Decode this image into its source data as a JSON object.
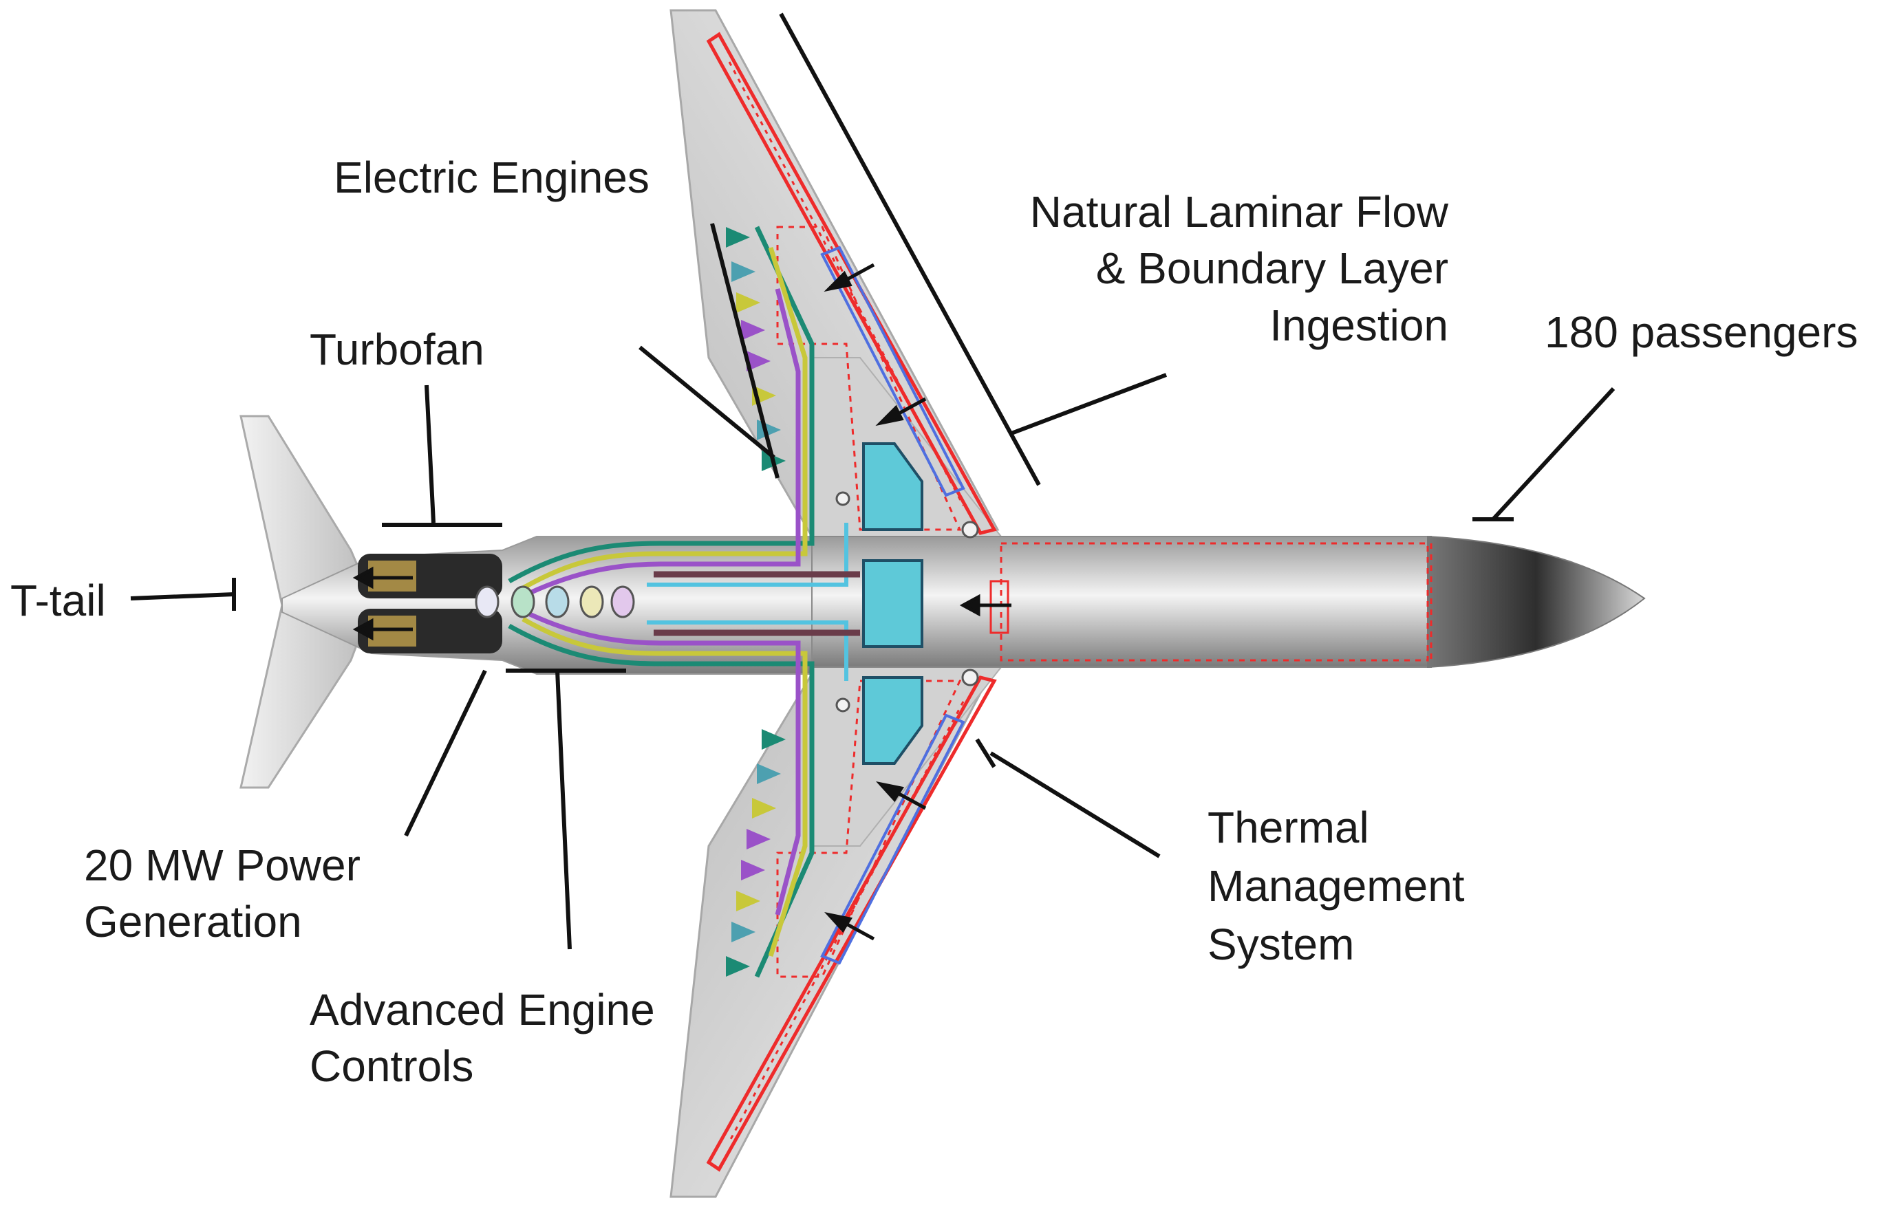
{
  "labels": {
    "electric_engines": "Electric Engines",
    "turbofan": "Turbofan",
    "t_tail": "T-tail",
    "nlf_line1": "Natural Laminar Flow",
    "nlf_line2": "& Boundary Layer",
    "nlf_line3": "Ingestion",
    "passengers": "180 passengers",
    "power_line1": "20 MW Power",
    "power_line2": "Generation",
    "controls_line1": "Advanced Engine",
    "controls_line2": "Controls",
    "thermal_line1": "Thermal",
    "thermal_line2": "Management",
    "thermal_line3": "System"
  },
  "colors": {
    "fuselage_light": "#f4f4f4",
    "fuselage_dark": "#6e6e6e",
    "wing": "#d6d6d6",
    "outline_red": "#ee2b2b",
    "outline_blue": "#4f6fe0",
    "tank": "#5ec9d8",
    "bus_teal": "#1b8a74",
    "bus_yellow": "#c8c83a",
    "bus_purple": "#9a52c8",
    "bus_cyan": "#53c3e0",
    "bus_dark": "#6a3c4a",
    "leader": "#111111"
  },
  "icons": [
    "fan-icon",
    "tank-icon",
    "motor-icon",
    "arrow-icon"
  ]
}
